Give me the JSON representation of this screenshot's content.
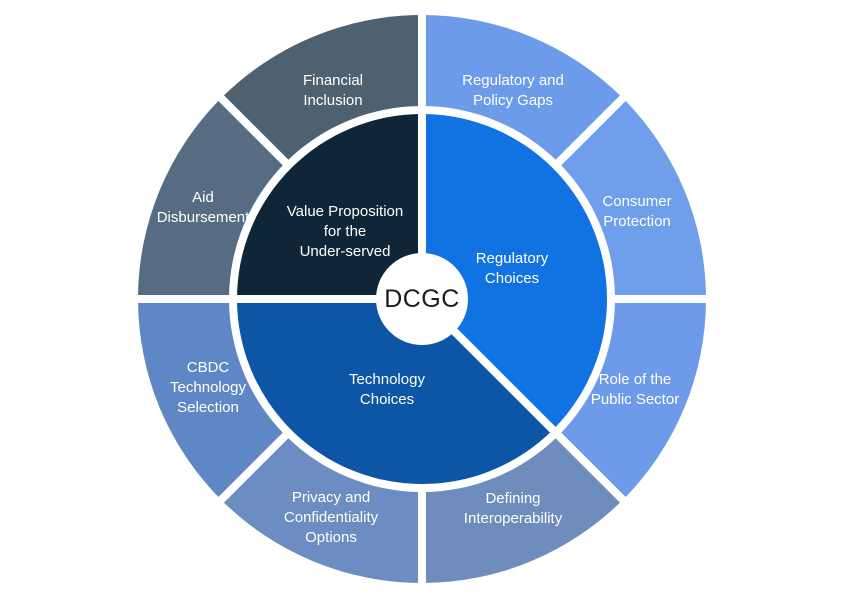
{
  "diagram": {
    "center": {
      "label": "DCGC"
    },
    "inner_ring": [
      {
        "id": "value-proposition",
        "label": "Value Proposition\nfor the\nUnder-served",
        "color": "#0F2638"
      },
      {
        "id": "regulatory-choices",
        "label": "Regulatory\nChoices",
        "color": "#1173E2"
      },
      {
        "id": "technology-choices",
        "label": "Technology\nChoices",
        "color": "#0C56A5"
      }
    ],
    "outer_ring": [
      {
        "id": "regulatory-policy-gaps",
        "label": "Regulatory and\nPolicy Gaps",
        "color": "#6B9BE9"
      },
      {
        "id": "consumer-protection",
        "label": "Consumer\nProtection",
        "color": "#6F9EEA"
      },
      {
        "id": "role-public-sector",
        "label": "Role of the\nPublic Sector",
        "color": "#6D9BE9"
      },
      {
        "id": "defining-interoperability",
        "label": "Defining\nInteroperability",
        "color": "#6E8DBD"
      },
      {
        "id": "privacy-confidentiality",
        "label": "Privacy and\nConfidentiality\nOptions",
        "color": "#6C8DC2"
      },
      {
        "id": "cbdc-technology-selection",
        "label": "CBDC\nTechnology\nSelection",
        "color": "#5F87C5"
      },
      {
        "id": "aid-disbursement",
        "label": "Aid\nDisbursement",
        "color": "#566C83"
      },
      {
        "id": "financial-inclusion",
        "label": "Financial\nInclusion",
        "color": "#4E6171"
      }
    ],
    "colors": {
      "background": "#FFFFFF",
      "separator": "#FFFFFF",
      "segment_text": "#FFFFFF",
      "center_text": "#1B1B1B"
    }
  }
}
